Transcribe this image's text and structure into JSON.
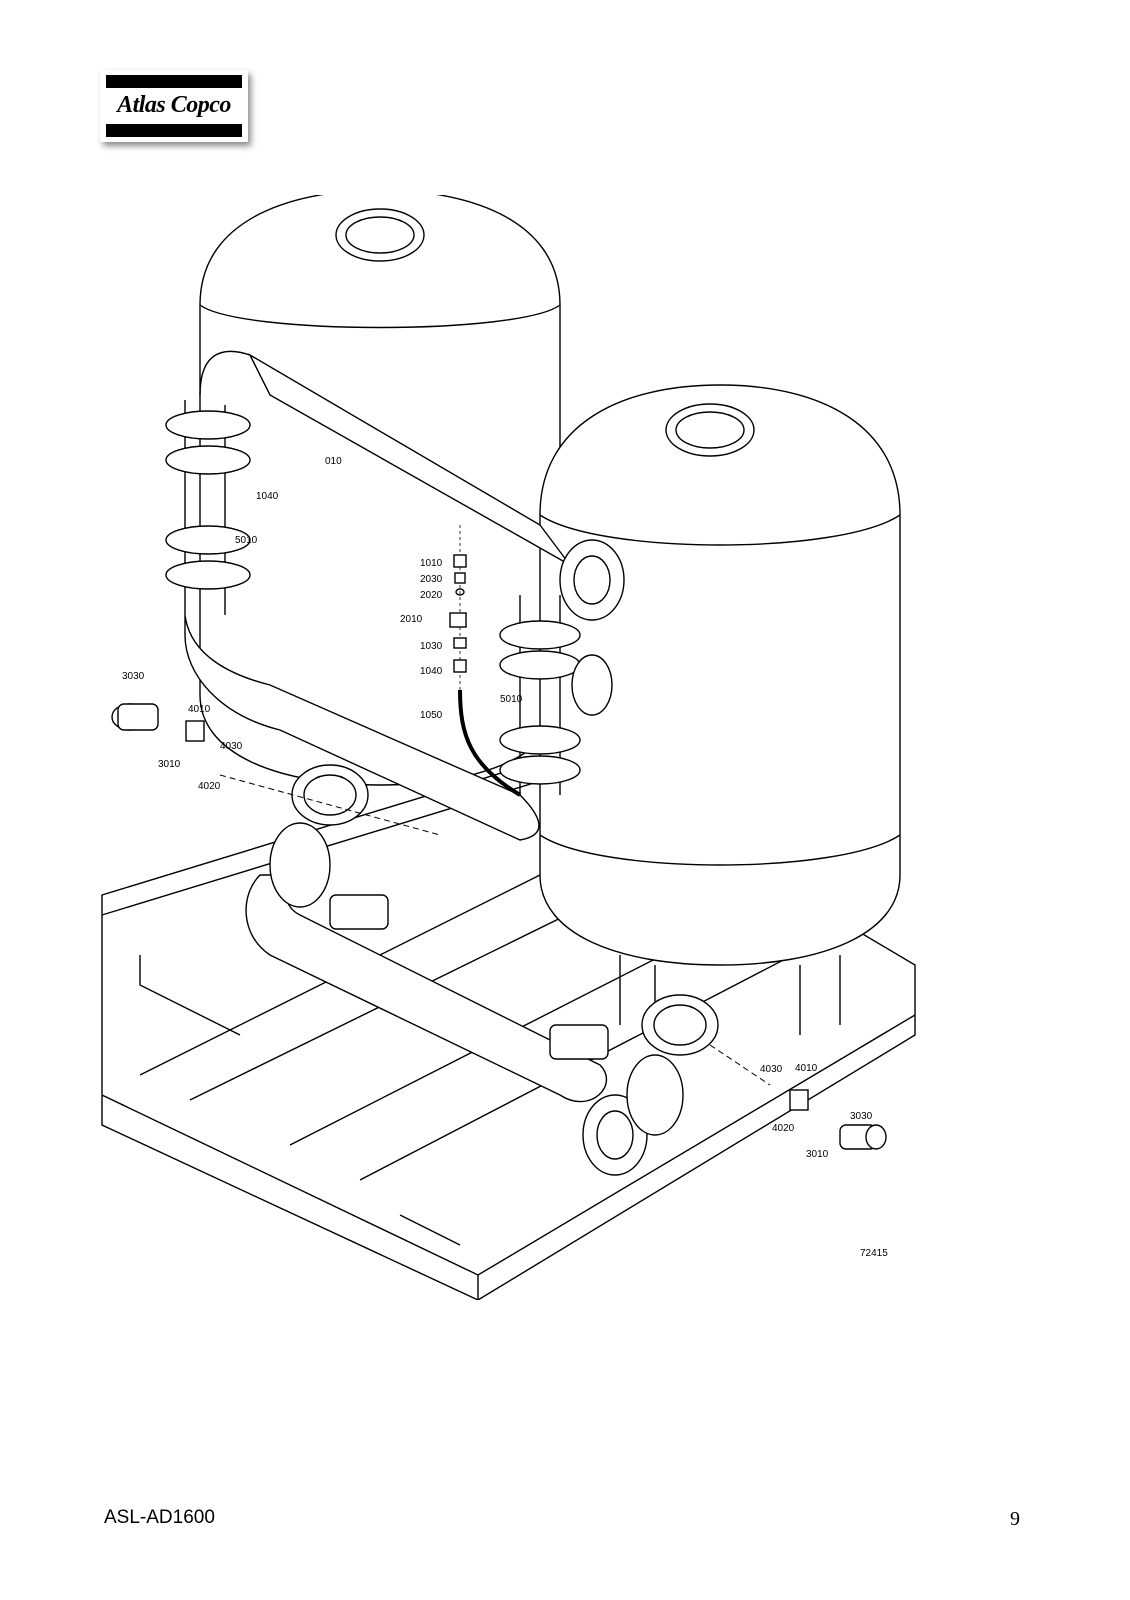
{
  "logo": {
    "brand": "Atlas Copco"
  },
  "figure": {
    "number": "72415",
    "callouts": [
      "1010",
      "2030",
      "2020",
      "2010",
      "1030",
      "1040",
      "1050",
      "5010",
      "3030",
      "4010",
      "4030",
      "3010",
      "4020",
      "1040",
      "5010",
      "010"
    ]
  },
  "footer": {
    "model": "ASL-AD1600",
    "page_number": "9"
  },
  "colors": {
    "line": "#000000",
    "background": "#ffffff"
  }
}
